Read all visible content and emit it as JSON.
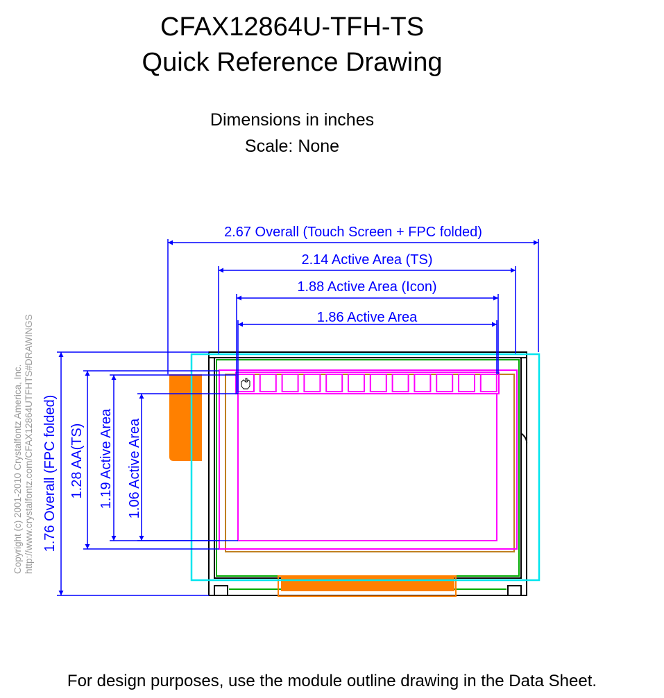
{
  "header": {
    "title_line1": "CFAX12864U-TFH-TS",
    "title_line2": "Quick Reference Drawing",
    "units": "Dimensions in inches",
    "scale": "Scale: None"
  },
  "dimensions": {
    "width_overall": "2.67 Overall (Touch Screen + FPC folded)",
    "width_active_ts": "2.14 Active Area (TS)",
    "width_active_icon": "1.88 Active Area (Icon)",
    "width_active": "1.86 Active Area",
    "height_overall": "1.76 Overall (FPC folded)",
    "height_aa_ts": "1.28 AA(TS)",
    "height_active_icon": "1.19 Active Area",
    "height_active": "1.06 Active Area"
  },
  "copyright": {
    "line1": "Copyright (c) 2001-2010 Crystalfontz America, Inc.",
    "line2": "http://www.crystalfontz.com/CFAX12864UTFHTS#DRAWINGS"
  },
  "footer": {
    "note": "For design purposes, use the module outline drawing in the Data Sheet."
  },
  "colors": {
    "dimension": "#0000ff",
    "touch_screen": "#00e5ee",
    "active_area": "#ff00ff",
    "viewing_area": "#c08020",
    "fpc": "#ff8000",
    "gasket": "#00aa00",
    "outline": "#000000"
  },
  "icon_count": 12
}
